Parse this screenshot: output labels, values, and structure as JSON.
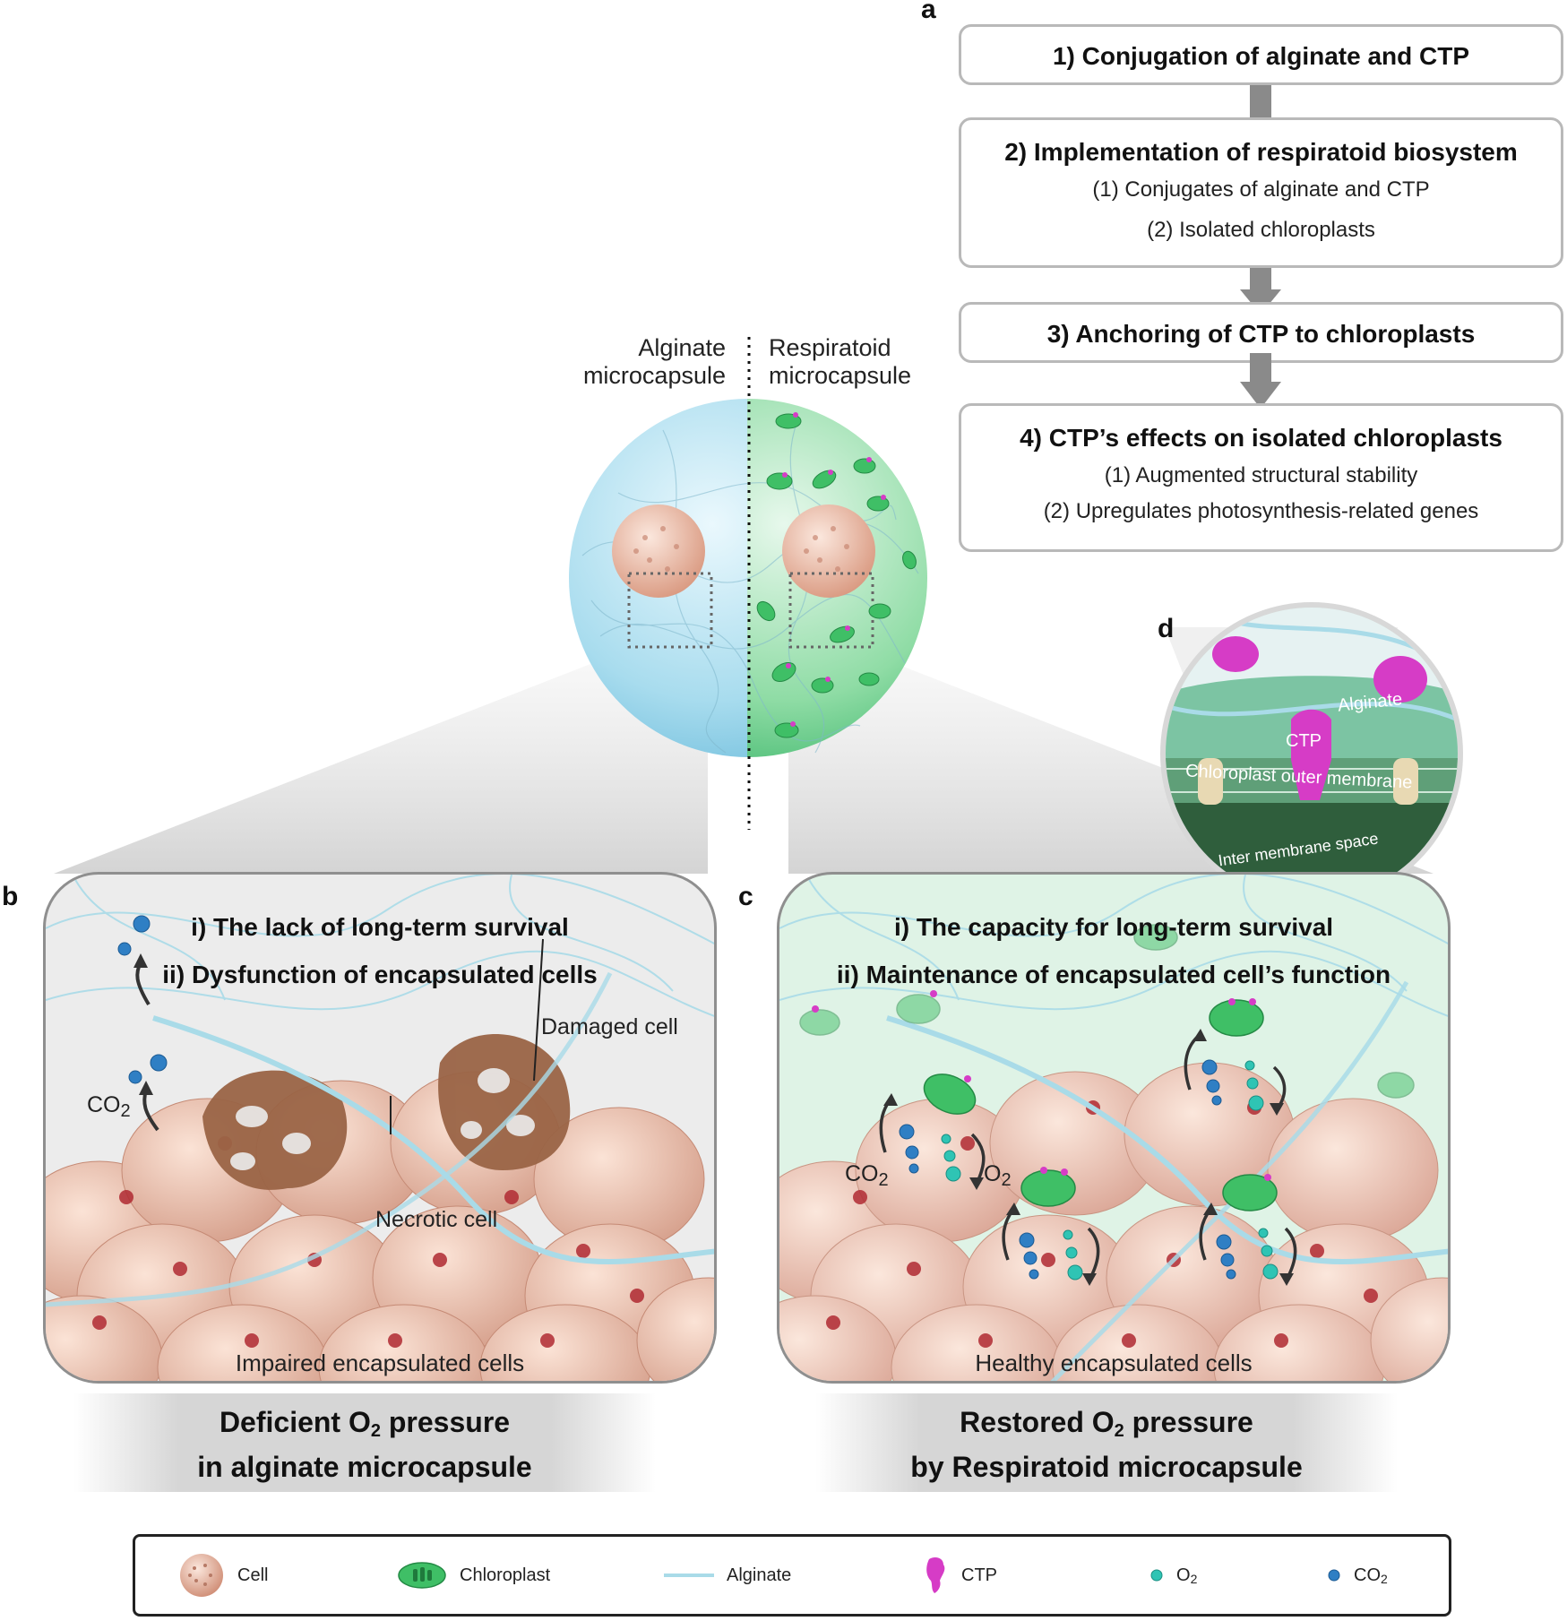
{
  "panel_labels": {
    "a": "a",
    "b": "b",
    "c": "c",
    "d": "d"
  },
  "flowchart": {
    "steps": [
      {
        "title": "1) Conjugation of alginate and CTP",
        "items": []
      },
      {
        "title": "2) Implementation of respiratoid biosystem",
        "items": [
          "(1) Conjugates of alginate and CTP",
          "(2) Isolated chloroplasts"
        ]
      },
      {
        "title": "3) Anchoring of CTP to chloroplasts",
        "items": []
      },
      {
        "title": "4) CTP’s effects on isolated chloroplasts",
        "items": [
          "(1) Augmented structural stability",
          "(2) Upregulates photosynthesis-related genes"
        ]
      }
    ]
  },
  "capsule": {
    "left_label_line1": "Alginate",
    "left_label_line2": "microcapsule",
    "right_label_line1": "Respiratoid",
    "right_label_line2": "microcapsule"
  },
  "inset_d": {
    "alginate": "Alginate",
    "ctp": "CTP",
    "outer_membrane": "Chloroplast outer membrane",
    "inter_membrane": "Inter membrane space"
  },
  "panel_b": {
    "heading1": "i) The lack of long-term survival",
    "heading2": "ii) Dysfunction of encapsulated cells",
    "damaged_cell": "Damaged cell",
    "necrotic_cell": "Necrotic cell",
    "co2": "CO",
    "co2_sub": "2",
    "footer": "Impaired encapsulated cells",
    "banner_line1_pre": "Deficient O",
    "banner_line1_sub": "2",
    "banner_line1_post": " pressure",
    "banner_line2": "in alginate microcapsule"
  },
  "panel_c": {
    "heading1": "i) The capacity for long-term survival",
    "heading2": "ii) Maintenance of encapsulated cell’s function",
    "co2": "CO",
    "co2_sub": "2",
    "o2": "O",
    "o2_sub": "2",
    "footer": "Healthy encapsulated cells",
    "banner_line1_pre": "Restored O",
    "banner_line1_sub": "2",
    "banner_line1_post": " pressure",
    "banner_line2": "by Respiratoid microcapsule"
  },
  "legend": {
    "cell": "Cell",
    "chloroplast": "Chloroplast",
    "alginate": "Alginate",
    "ctp": "CTP",
    "o2": "O",
    "o2_sub": "2",
    "co2": "CO",
    "co2_sub": "2"
  },
  "colors": {
    "alginate_blue": "#a9dbe8",
    "chloroplast_green": "#3fbf66",
    "ctp_magenta": "#d63cc6",
    "o2_teal": "#2fc4b4",
    "co2_blue": "#2f7fc4",
    "cell_pink": "#e9b8a7",
    "damaged_brown": "#9a6446"
  }
}
